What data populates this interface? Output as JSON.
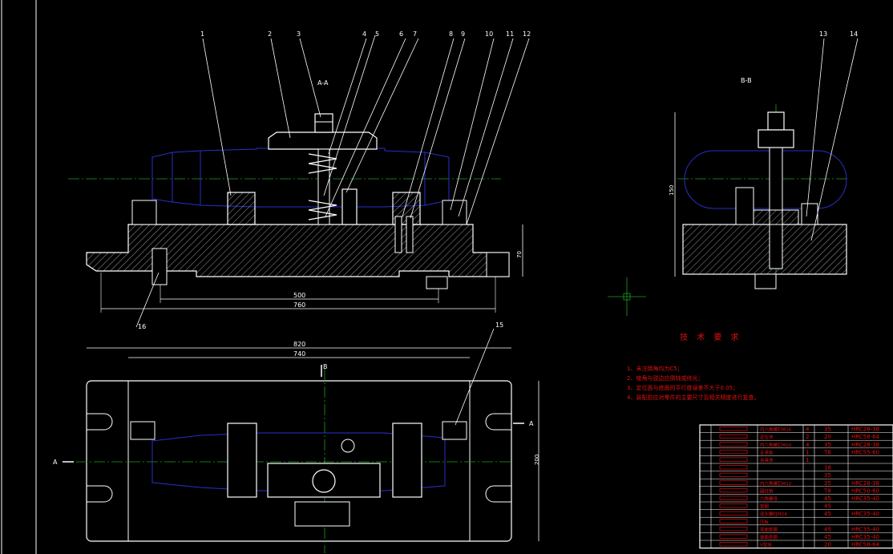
{
  "colors": {
    "background": "#000000",
    "outline": "#ffffff",
    "part": "#2830c8",
    "center": "#1ea01e",
    "leader": "#ffffff",
    "text_red": "#e01010",
    "text_white": "#ffffff"
  },
  "section_labels": {
    "aa": "A-A",
    "bb": "B-B"
  },
  "balloons": [
    "1",
    "2",
    "3",
    "4",
    "5",
    "6",
    "7",
    "8",
    "9",
    "10",
    "11",
    "12",
    "13",
    "14",
    "15",
    "16"
  ],
  "dimensions": {
    "d500": "500",
    "d760": "760",
    "d70": "70",
    "d150": "150",
    "d820": "820",
    "d740": "740",
    "d200": "200"
  },
  "view_arrows": {
    "a_left": "A",
    "a_right": "A",
    "b_top": "B"
  },
  "tech_title": "技 术 要 求",
  "tech_notes": [
    "1、未注倒角均为C5；",
    "2、棱角与锐边应倒钝或修光；",
    "3、定位面与底面的平行度误差不大于0.05；",
    "4、装配前应对零件的主要尺寸及相关精度进行复查。"
  ],
  "bom_rows": [
    {
      "name": "内六角螺钉M16",
      "qty": "4",
      "mat": "35",
      "hard": "HRC28-38"
    },
    {
      "name": "定位块",
      "qty": "2",
      "mat": "20",
      "hard": "HRC58-64"
    },
    {
      "name": "内六角螺钉M10",
      "qty": "4",
      "mat": "35",
      "hard": "HRC28-38"
    },
    {
      "name": "支承板",
      "qty": "1",
      "mat": "T8",
      "hard": "HRC55-60"
    },
    {
      "name": "夹具体",
      "qty": "1",
      "mat": "",
      "hard": ""
    },
    {
      "name": "",
      "qty": "",
      "mat": "18",
      "hard": ""
    },
    {
      "name": "",
      "qty": "",
      "mat": "35",
      "hard": ""
    },
    {
      "name": "内六角螺钉M12",
      "qty": "",
      "mat": "35",
      "hard": "HRC28-38"
    },
    {
      "name": "圆柱销",
      "qty": "",
      "mat": "T8",
      "hard": "HRC50-60"
    },
    {
      "name": "六角螺母",
      "qty": "",
      "mat": "45",
      "hard": "HRC35-40"
    },
    {
      "name": "垫圈",
      "qty": "",
      "mat": "45",
      "hard": ""
    },
    {
      "name": "双头螺柱M24",
      "qty": "",
      "mat": "45",
      "hard": "HRC35-40"
    },
    {
      "name": "压板",
      "qty": "",
      "mat": "",
      "hard": ""
    },
    {
      "name": "球面垫圈",
      "qty": "",
      "mat": "45",
      "hard": "HRC35-40"
    },
    {
      "name": "锥面垫圈",
      "qty": "",
      "mat": "45",
      "hard": "HRC35-40"
    },
    {
      "name": "V型块",
      "qty": "",
      "mat": "20",
      "hard": "HRC58-64"
    }
  ]
}
